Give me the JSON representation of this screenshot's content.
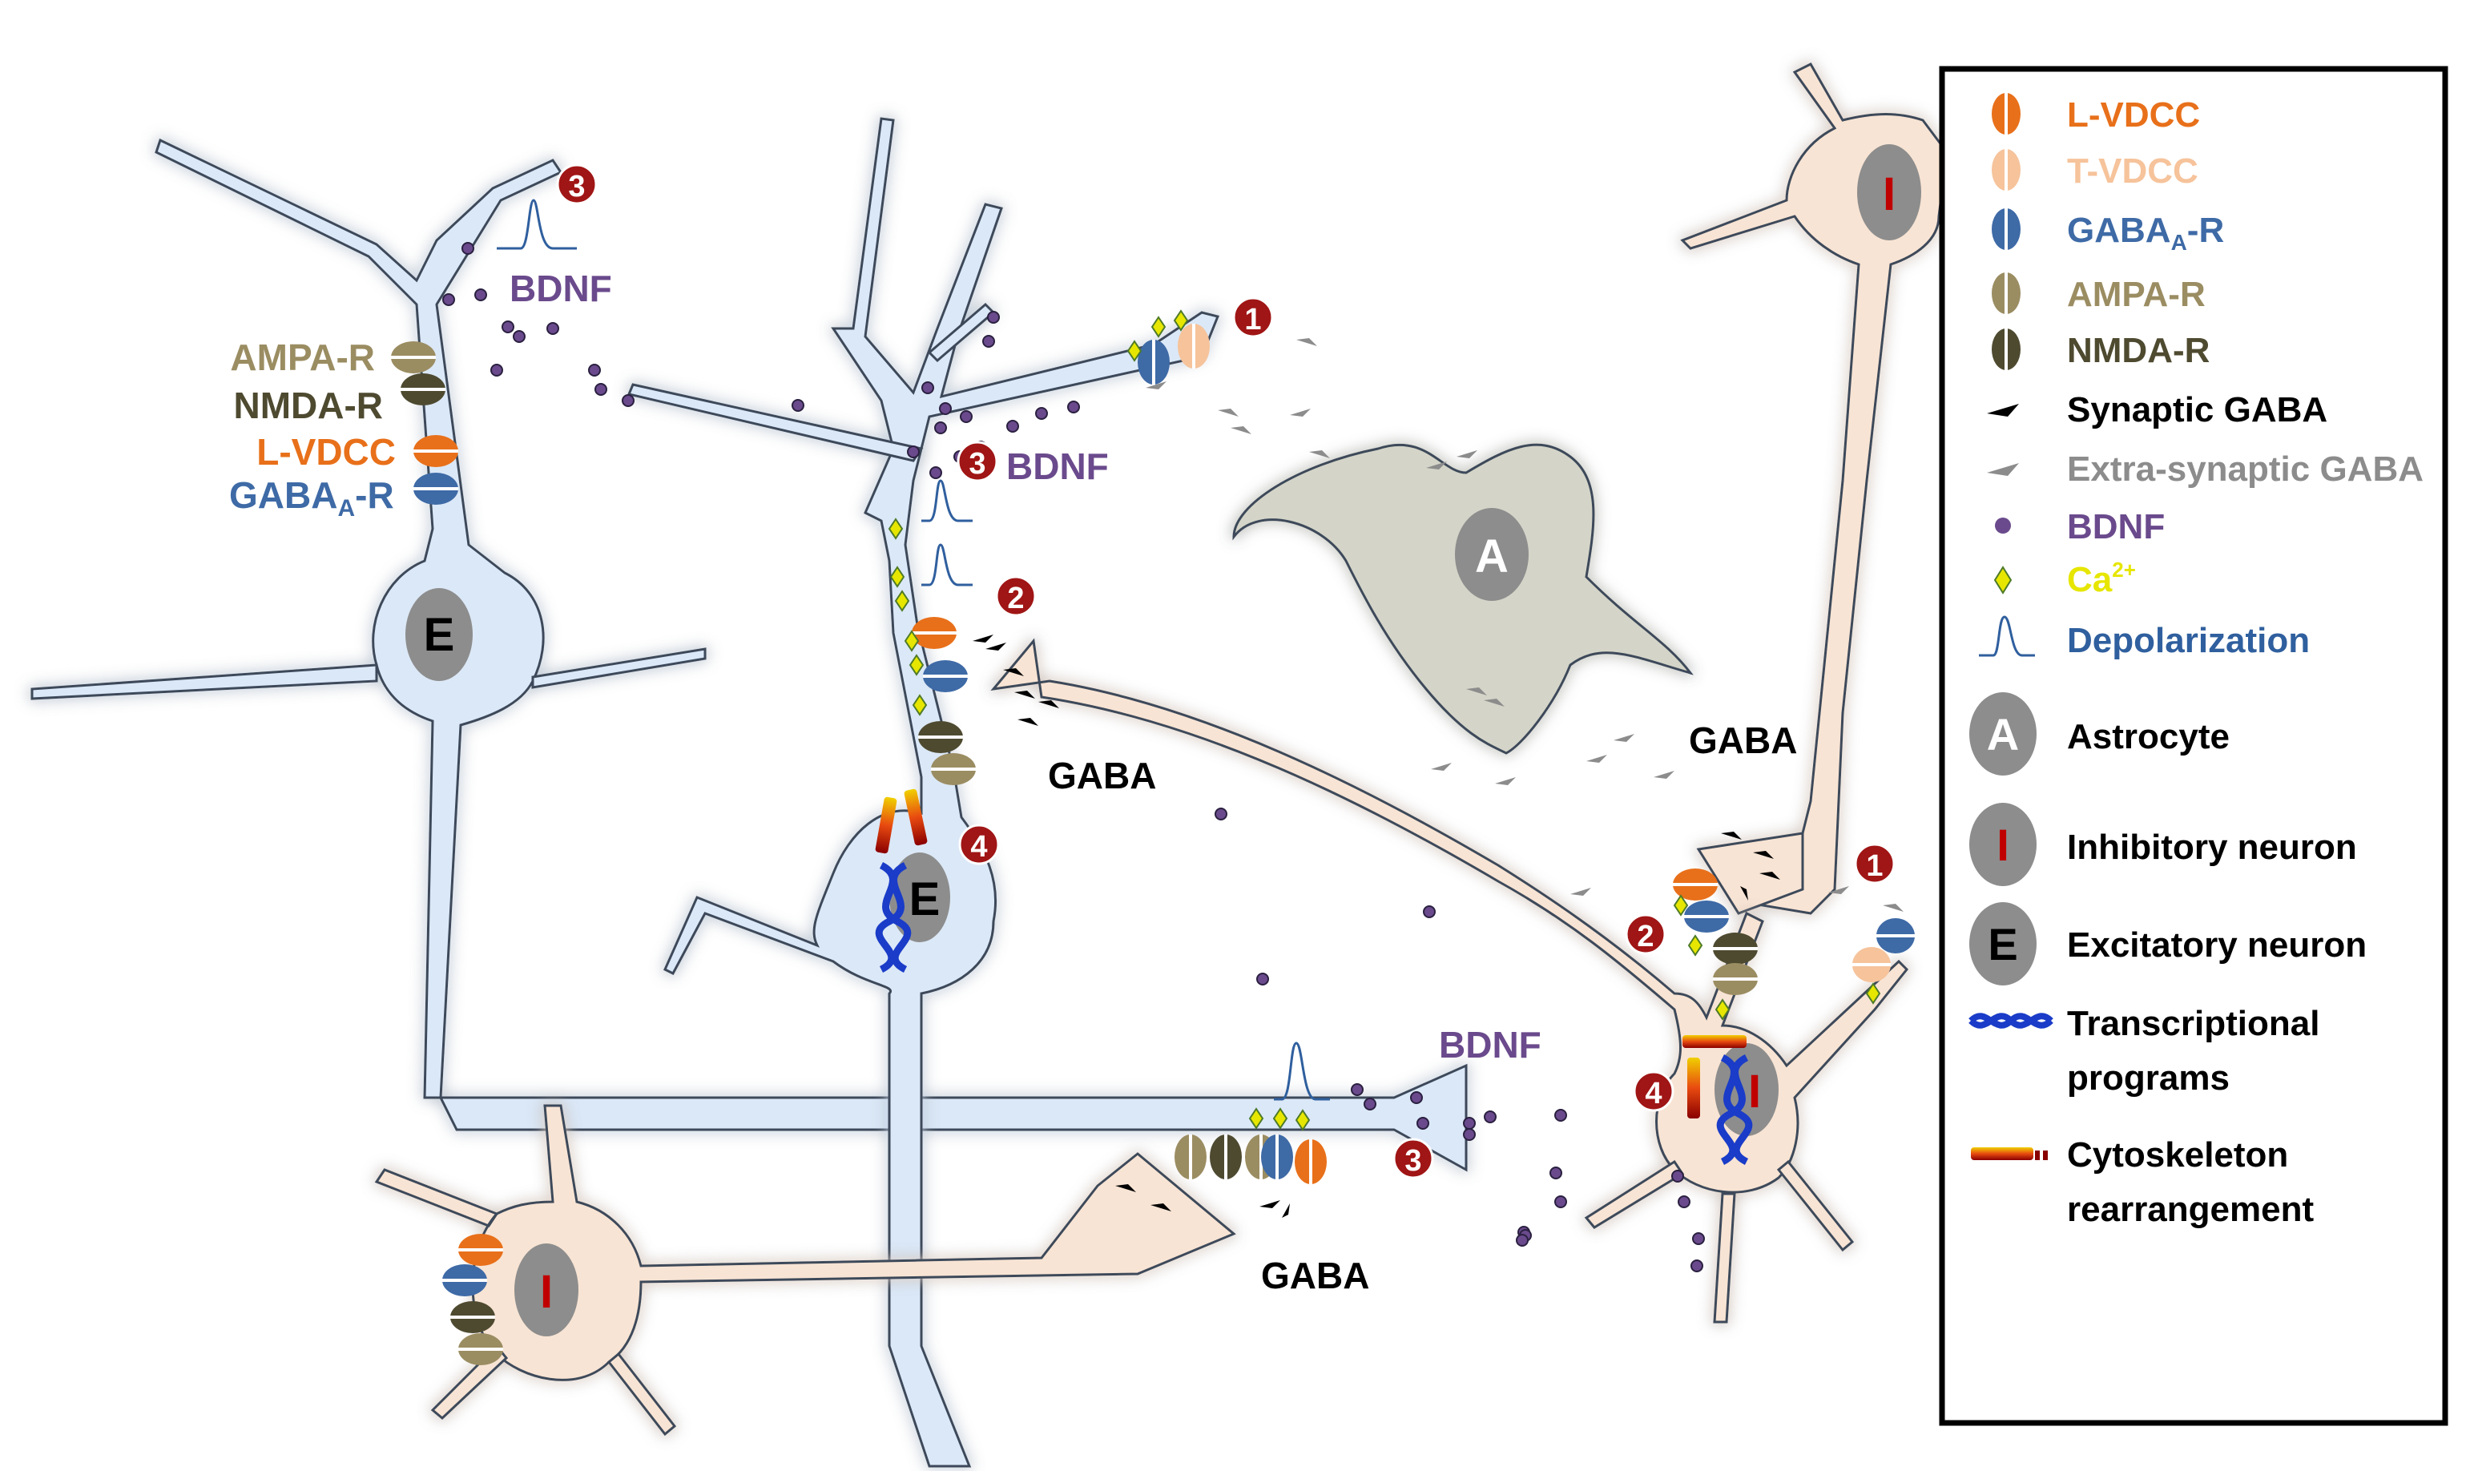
{
  "labels": {
    "bdnf": "BDNF",
    "gaba": "GABA",
    "ampa": "AMPA-R",
    "nmda": "NMDA-R",
    "lvdcc": "L-VDCC",
    "gabaa_main": "GABA",
    "gabaa_sub": "A",
    "gabaa_tail": "-R",
    "cell_e": "E",
    "cell_i": "I",
    "cell_a": "A",
    "num1": "1",
    "num2": "2",
    "num3": "3",
    "num4": "4"
  },
  "legend": {
    "lvdcc": "L-VDCC",
    "tvdcc": "T-VDCC",
    "gabaa_main": "GABA",
    "gabaa_sub": "A",
    "gabaa_tail": "-R",
    "ampa": "AMPA-R",
    "nmda": "NMDA-R",
    "synaptic_gaba": "Synaptic GABA",
    "extra_gaba": "Extra-synaptic GABA",
    "bdnf": "BDNF",
    "ca_main": "Ca",
    "ca_sup": "2+",
    "depolarization": "Depolarization",
    "astrocyte": "Astrocyte",
    "inhibitory": "Inhibitory neuron",
    "excitatory": "Excitatory neuron",
    "transcriptional_1": "Transcriptional",
    "transcriptional_2": "programs",
    "cytoskeleton_1": "Cytoskeleton",
    "cytoskeleton_2": "rearrangement"
  },
  "colors": {
    "lvdcc": "#e8701a",
    "tvdcc": "#f6c39b",
    "gabaa": "#3e6aa6",
    "ampa": "#9b8d62",
    "nmda": "#4e4a30",
    "synaptic_gaba": "#000000",
    "extra_gaba": "#8c8c8c",
    "bdnf": "#6a4a8c",
    "ca": "#e6e600",
    "depolarization": "#2f5f9e",
    "badge": "#a01515",
    "excitatory_fill": "#dbe8f7",
    "inhibitory_fill": "#f8e4d4",
    "astrocyte_fill": "#d4d4c8",
    "glow": "#d8f0a8"
  },
  "icons": [
    "l-vdcc-icon",
    "t-vdcc-icon",
    "gabaa-receptor-icon",
    "ampa-receptor-icon",
    "nmda-receptor-icon",
    "synaptic-gaba-icon",
    "extra-synaptic-gaba-icon",
    "bdnf-dot-icon",
    "calcium-icon",
    "depolarization-spike-icon",
    "astrocyte-icon",
    "inhibitory-neuron-icon",
    "excitatory-neuron-icon",
    "dna-helix-icon",
    "cytoskeleton-icon"
  ]
}
